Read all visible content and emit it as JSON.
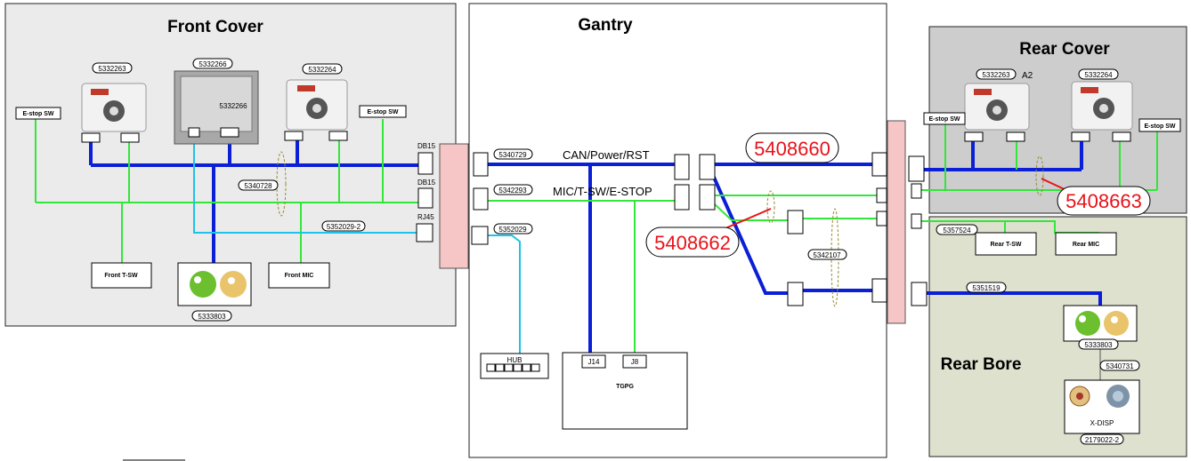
{
  "regions": {
    "front_cover": "Front Cover",
    "gantry": "Gantry",
    "rear_cover": "Rear Cover",
    "rear_bore": "Rear Bore"
  },
  "front": {
    "parts": {
      "keypad_left": "5332263",
      "monitor": "5332266",
      "monitor_inner": "5332266",
      "keypad_right": "5332264",
      "harness": "5340728",
      "cable_rj45": "5352029-2",
      "bore_display": "5333803"
    },
    "labels": {
      "estop_left": "E-stop SW",
      "estop_right": "E-stop SW",
      "tsw": "Front T-SW",
      "mic": "Front MIC",
      "db15_top": "DB15",
      "db15_mid": "DB15",
      "rj45": "RJ45"
    }
  },
  "gantry": {
    "parts": {
      "can_cable": "5340729",
      "mic_cable": "5342293",
      "hub_cable": "5352029",
      "rear_cable": "5342107"
    },
    "labels": {
      "can": "CAN/Power/RST",
      "mic": "MIC/T-SW/E-STOP",
      "hub": "HUB",
      "j14": "J14",
      "j8": "J8",
      "tgpg": "TGPG"
    },
    "callouts": {
      "top": "5408660",
      "middle": "5408662"
    }
  },
  "rear": {
    "parts": {
      "keypad_left": "5332263",
      "keypad_right": "5332264",
      "area": "A2",
      "tsw_cable": "5357524",
      "bore_cable": "5351519",
      "bore_display": "5333803",
      "xdisp_cable": "5340731",
      "xdisp_part": "2179022-2"
    },
    "labels": {
      "estop_left": "E-stop SW",
      "estop_right": "E-stop SW",
      "tsw": "Rear T-SW",
      "mic": "Rear  MIC",
      "xdisp": "X-DISP"
    },
    "callouts": {
      "right": "5408663"
    }
  },
  "colors": {
    "can_line": "#0a1fd6",
    "signal_line": "#33e63a",
    "ethernet_line": "#1ec3ea",
    "callout_red": "#e8121a",
    "front_panel": "#ebebeb",
    "rear_cover_panel": "#cdcdcd",
    "rear_bore_panel": "#dfe1cf",
    "penetration": "#f6c6c6"
  }
}
